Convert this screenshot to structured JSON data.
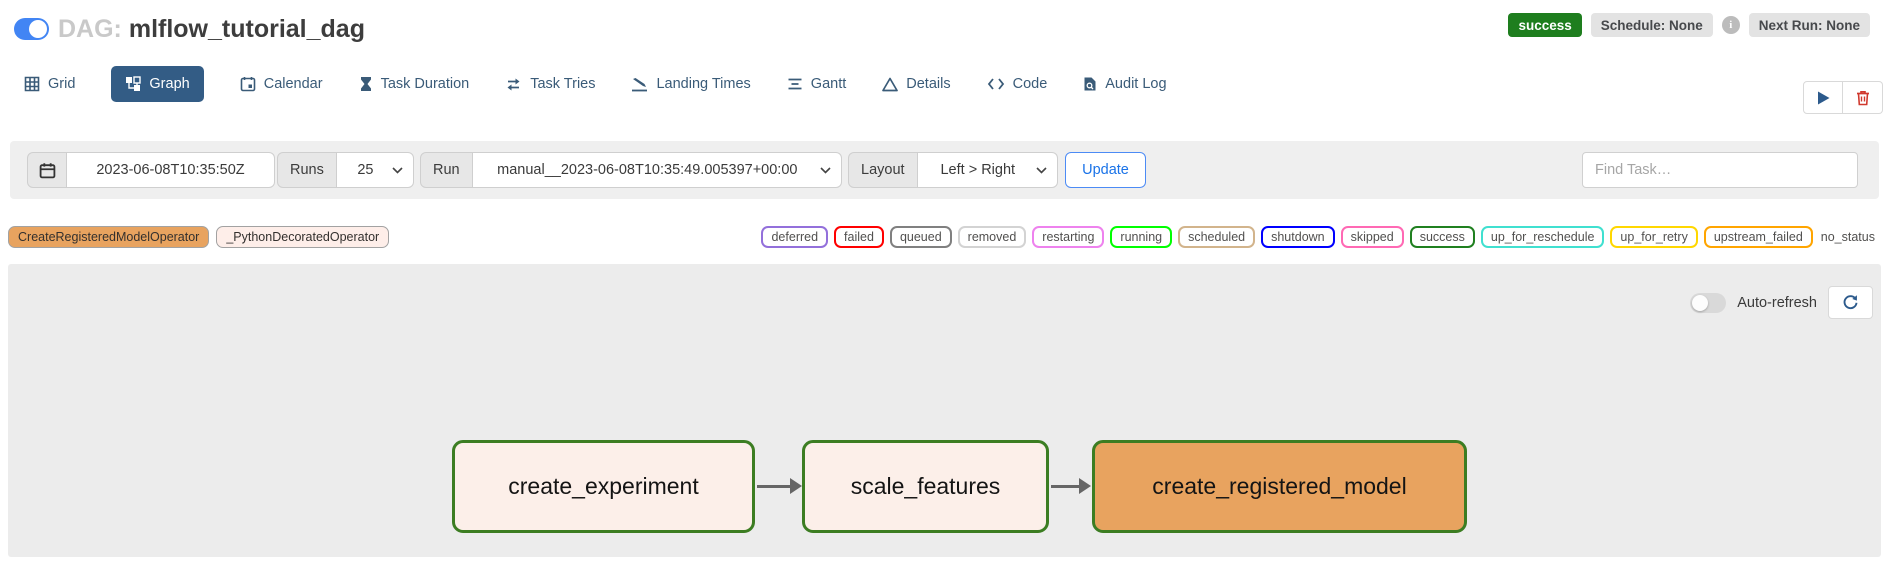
{
  "colors": {
    "accent_blue": "#1a73e8",
    "active_tab_bg": "#335c85",
    "tab_text": "#3a5b78",
    "success_green": "#1e7e1e",
    "badge_gray_bg": "#e3e3e3",
    "toggle_on_blue": "#4285f4",
    "panel_gray": "#ececec",
    "node_border_green": "#3c7d22",
    "arrow_gray": "#666666",
    "danger_red": "#d0392e"
  },
  "header": {
    "dag_label": "DAG:",
    "dag_name": "mlflow_tutorial_dag",
    "status_badge": "success",
    "schedule_badge": "Schedule: None",
    "next_run_badge": "Next Run: None"
  },
  "tabs": [
    {
      "label": "Grid",
      "icon": "grid-icon",
      "active": false
    },
    {
      "label": "Graph",
      "icon": "graph-icon",
      "active": true
    },
    {
      "label": "Calendar",
      "icon": "calendar-icon",
      "active": false
    },
    {
      "label": "Task Duration",
      "icon": "hourglass-icon",
      "active": false
    },
    {
      "label": "Task Tries",
      "icon": "repeat-icon",
      "active": false
    },
    {
      "label": "Landing Times",
      "icon": "plane-landing-icon",
      "active": false
    },
    {
      "label": "Gantt",
      "icon": "gantt-icon",
      "active": false
    },
    {
      "label": "Details",
      "icon": "details-icon",
      "active": false
    },
    {
      "label": "Code",
      "icon": "code-icon",
      "active": false
    },
    {
      "label": "Audit Log",
      "icon": "audit-log-icon",
      "active": false
    }
  ],
  "filter_bar": {
    "date_value": "2023-06-08T10:35:50Z",
    "runs_label": "Runs",
    "runs_value": "25",
    "run_label": "Run",
    "run_value": "manual__2023-06-08T10:35:49.005397+00:00",
    "layout_label": "Layout",
    "layout_value": "Left > Right",
    "update_label": "Update",
    "find_task_placeholder": "Find Task…"
  },
  "legend": {
    "operators": [
      {
        "label": "CreateRegisteredModelOperator",
        "fill": "#e8a35f"
      },
      {
        "label": "_PythonDecoratedOperator",
        "fill": "#feeee9"
      }
    ],
    "states": [
      {
        "label": "deferred",
        "border": "#9370db"
      },
      {
        "label": "failed",
        "border": "#ff0000"
      },
      {
        "label": "queued",
        "border": "#808080"
      },
      {
        "label": "removed",
        "border": "#d3d3d3"
      },
      {
        "label": "restarting",
        "border": "#ee82ee"
      },
      {
        "label": "running",
        "border": "#00ff00"
      },
      {
        "label": "scheduled",
        "border": "#d2b48c"
      },
      {
        "label": "shutdown",
        "border": "#0000ff"
      },
      {
        "label": "skipped",
        "border": "#ff69b4"
      },
      {
        "label": "success",
        "border": "#208020"
      },
      {
        "label": "up_for_reschedule",
        "border": "#40e0d0"
      },
      {
        "label": "up_for_retry",
        "border": "#ffd700"
      },
      {
        "label": "upstream_failed",
        "border": "#ffa500"
      },
      {
        "label": "no_status",
        "border": null
      }
    ]
  },
  "graph": {
    "auto_refresh_label": "Auto-refresh",
    "nodes": [
      {
        "label": "create_experiment",
        "fill": "#fcefe9",
        "border": "#3c7d22"
      },
      {
        "label": "scale_features",
        "fill": "#fcefe9",
        "border": "#3c7d22"
      },
      {
        "label": "create_registered_model",
        "fill": "#e8a35f",
        "border": "#3c7d22"
      }
    ],
    "edges": [
      [
        "create_experiment",
        "scale_features"
      ],
      [
        "scale_features",
        "create_registered_model"
      ]
    ]
  }
}
